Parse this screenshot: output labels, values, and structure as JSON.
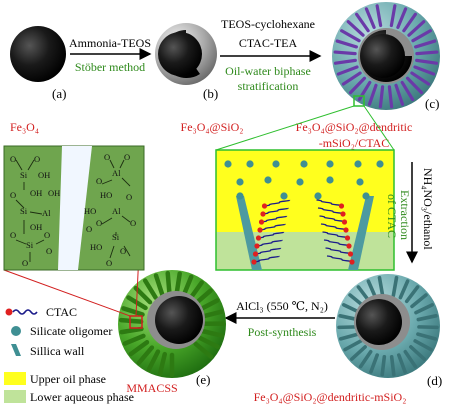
{
  "steps": {
    "a": {
      "label": "(a)",
      "name": "Fe₃O₄"
    },
    "b": {
      "label": "(b)",
      "name": "Fe₃O₄@SiO₂"
    },
    "c": {
      "label": "(c)",
      "name_line1": "Fe₃O₄@SiO₂@dendritic",
      "name_line2": "-mSiO₂/CTAC"
    },
    "d": {
      "label": "(d)",
      "name": "Fe₃O₄@SiO₂@dendritic-mSiO₂"
    },
    "e": {
      "label": "(e)",
      "name": "MMACSS"
    }
  },
  "arrows": {
    "ab": {
      "top": "Ammonia-TEOS",
      "bottom": "Stöber method"
    },
    "bc": {
      "top1": "TEOS-cyclohexane",
      "top2": "CTAC-TEA",
      "bottom1": "Oil-water biphase",
      "bottom2": "stratification"
    },
    "cd": {
      "black": "NH₄NO₃/ethanol",
      "green1": "Extraction",
      "green2": "of CTAC"
    },
    "de": {
      "top": "AlCl₃ (550 ℃, N₂)",
      "bottom": "Post-synthesis"
    }
  },
  "legend": {
    "ctac": "CTAC",
    "oligomer": "Silicate oligomer",
    "wall": "Sillica wall",
    "oil": "Upper oil phase",
    "aqueous": "Lower aqueous phase"
  },
  "structure": {
    "si": "Si",
    "al": "Al",
    "o": "O",
    "oh": "OH",
    "ho": "HO"
  },
  "colors": {
    "green_text": "#2f8a1c",
    "red_text": "#d21f1f",
    "oil": "#ffff1e",
    "aqueous": "#bfe39a",
    "green_panel": "#6fa54e",
    "shell_teal": "#5fa2a6",
    "mmacss_green": "#3c9a1e"
  }
}
